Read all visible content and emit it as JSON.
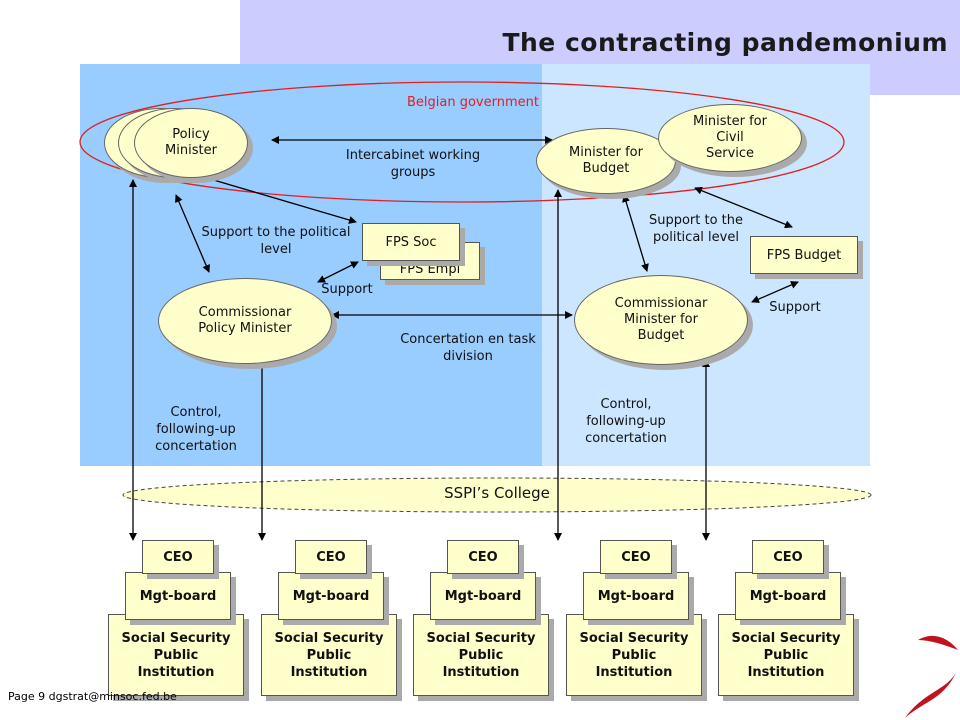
{
  "title": "The contracting pandemonium",
  "government_label": "Belgian government",
  "policy_minister": "Policy\nMinister",
  "minister_budget": "Minister for\nBudget",
  "minister_civil": "Minister for\nCivil\nService",
  "intercabinet": "Intercabinet working\ngroups",
  "support_political_left": "Support to the political\nlevel",
  "support_political_right": "Support to the\npolitical level",
  "fps_soc": "FPS Soc",
  "fps_empl": "FPS Empl",
  "fps_budget": "FPS Budget",
  "support_left": "Support",
  "support_right": "Support",
  "commissionar_policy": "Commissionar\nPolicy Minister",
  "commissionar_budget": "Commissionar\nMinister for\nBudget",
  "concertation": "Concertation en task\ndivision",
  "control_left": "Control,\nfollowing-up\nconcertation",
  "control_right": "Control,\nfollowing-up\nconcertation",
  "college": "SSPI’s College",
  "institutions": [
    {
      "ceo": "CEO",
      "board": "Mgt-board",
      "name": "Social Security\nPublic\nInstitution"
    },
    {
      "ceo": "CEO",
      "board": "Mgt-board",
      "name": "Social Security\nPublic\nInstitution"
    },
    {
      "ceo": "CEO",
      "board": "Mgt-board",
      "name": "Social Security\nPublic\nInstitution"
    },
    {
      "ceo": "CEO",
      "board": "Mgt-board",
      "name": "Social Security\nPublic\nInstitution"
    },
    {
      "ceo": "CEO",
      "board": "Mgt-board",
      "name": "Social Security\nPublic\nInstitution"
    }
  ],
  "footer": "Page 9 dgstrat@minsoc.fed.be"
}
